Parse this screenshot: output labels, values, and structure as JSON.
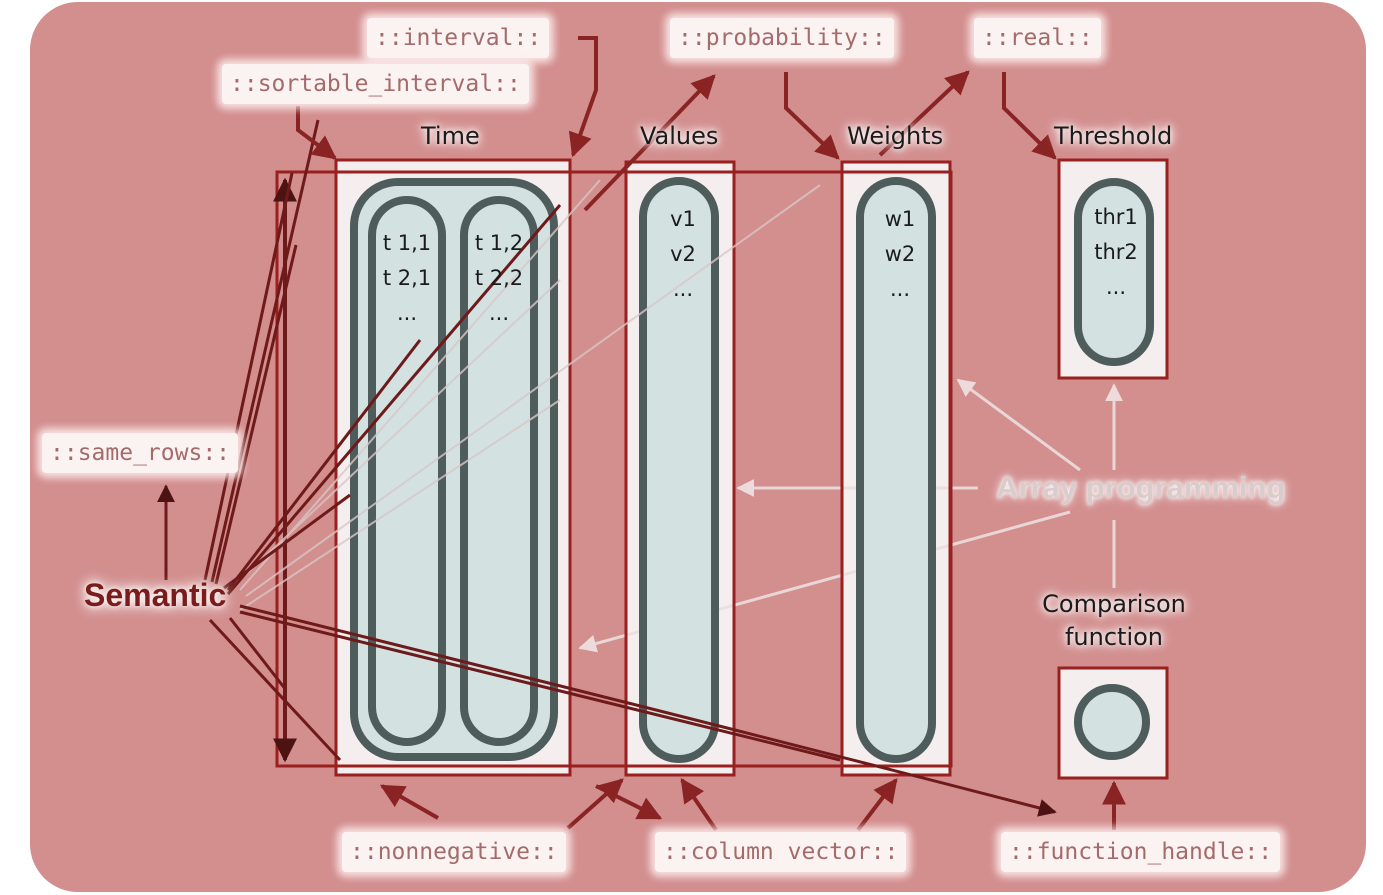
{
  "tags": {
    "interval": "::interval::",
    "sortable_interval": "::sortable_interval::",
    "probability": "::probability::",
    "real": "::real::",
    "same_rows": "::same_rows::",
    "nonnegative": "::nonnegative::",
    "column_vector": "::column vector::",
    "function_handle": "::function_handle::"
  },
  "columns": {
    "time": {
      "label": "Time",
      "col1": [
        "t 1,1",
        "t 2,1",
        "..."
      ],
      "col2": [
        "t 1,2",
        "t 2,2",
        "..."
      ]
    },
    "values": {
      "label": "Values",
      "items": [
        "v1",
        "v2",
        "..."
      ]
    },
    "weights": {
      "label": "Weights",
      "items": [
        "w1",
        "w2",
        "..."
      ]
    },
    "threshold": {
      "label": "Threshold",
      "items": [
        "thr1",
        "thr2",
        "..."
      ]
    }
  },
  "comparison": {
    "line1": "Comparison",
    "line2": "function"
  },
  "semantic_label": "Semantic",
  "array_programming_label": "Array programming",
  "colors": {
    "background": "#d38e8e",
    "frame": "#9a2020",
    "pill_stroke": "#4f5c5c",
    "pill_fill": "#d3e1e1",
    "tag_text": "#a46b6b",
    "semantic_arrow": "#6e1a1a",
    "array_arrow": "#ecdede"
  }
}
